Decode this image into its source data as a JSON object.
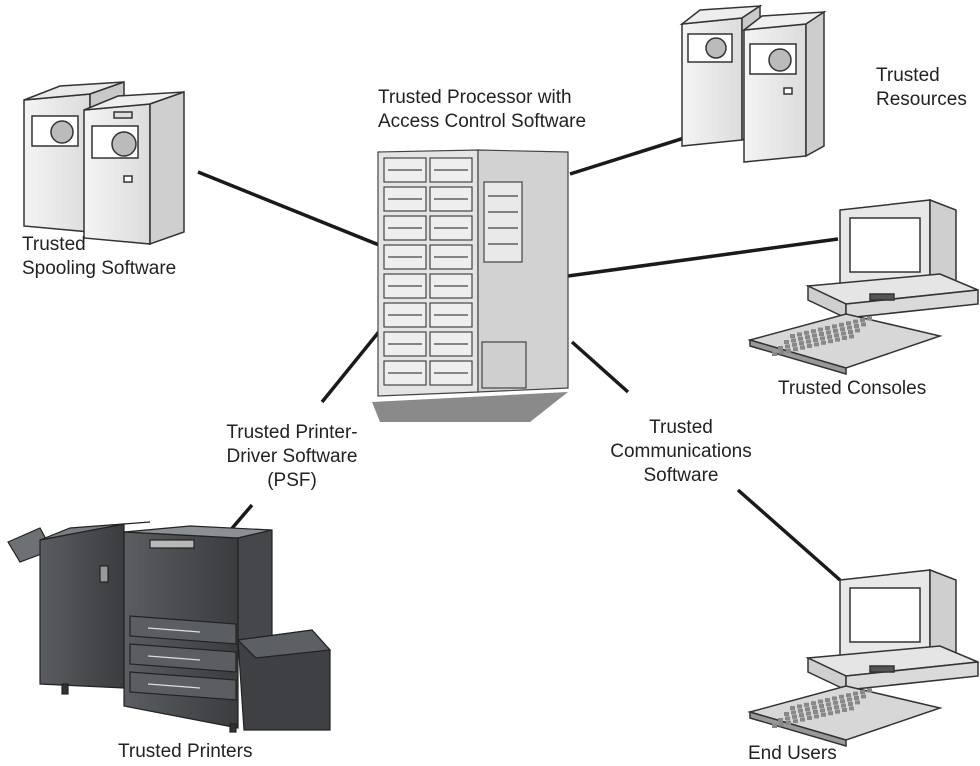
{
  "labels": {
    "processor": [
      "Trusted Processor with",
      "Access Control Software"
    ],
    "resources": [
      "Trusted",
      "Resources"
    ],
    "spooling": [
      "Trusted",
      "Spooling Software"
    ],
    "consoles": [
      "Trusted Consoles"
    ],
    "printer_driver": [
      "Trusted Printer-",
      "Driver Software",
      "(PSF)"
    ],
    "communications": [
      "Trusted",
      "Communications",
      "Software"
    ],
    "printers": [
      "Trusted Printers"
    ],
    "end_users": [
      "End Users"
    ]
  }
}
